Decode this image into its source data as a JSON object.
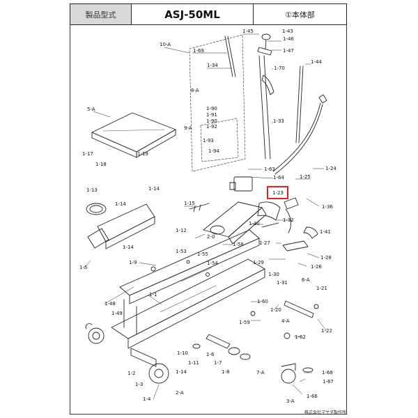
{
  "header": {
    "model_caption": "製品型式",
    "model_name": "ASJ-50ML",
    "section": "①本体部"
  },
  "publisher": "株式会社マサダ製作所",
  "labels": {
    "p1_45": "1-45",
    "p1_43": "1-43",
    "p1_46": "1-46",
    "p1_47": "1-47",
    "p10A": "10-A",
    "p1_69": "1-69",
    "p1_34": "1-34",
    "p1_70": "1-70",
    "p1_44": "1-44",
    "p8A": "8-A",
    "p1_90a": "1-90",
    "p1_91": "1-91",
    "p1_90b": "1-90",
    "p1_92": "1-92",
    "p9A": "9-A",
    "p1_93": "1-93",
    "p1_94": "1-94",
    "p5A": "5-A",
    "p1_33": "1-33",
    "p1_17": "1-17",
    "p1_19": "1-19",
    "p1_18": "1-18",
    "p1_63": "1-63",
    "p1_24": "1-24",
    "p1_64": "1-64",
    "p1_25": "1-25",
    "p1_13": "1-13",
    "p1_14a": "1-14",
    "p1_14b": "1-14",
    "p1_23": "1-23",
    "p1_36": "1-36",
    "p1_15": "1-15",
    "p1_32": "1-32",
    "p1_40": "1-40",
    "p1_41": "1-41",
    "p1_12": "1-12",
    "p2_0": "2-0",
    "p1_14c": "1-14",
    "p1_58": "1-58",
    "p1_27": "1-27",
    "p1_53": "1-53",
    "p1_55": "1-55",
    "p1_28": "1-28",
    "p1_5": "1-5",
    "p1_9": "1-9",
    "p1_54": "1-54",
    "p1_29": "1-29",
    "p1_26": "1-26",
    "p1_30": "1-30",
    "p6A": "6-A",
    "p1_31": "1-31",
    "p1_21": "1-21",
    "p1_48": "1-48",
    "p1_1": "1-1",
    "p1_60": "1-60",
    "p1_20": "1-20",
    "p1_49": "1-49",
    "p1_59": "1-59",
    "p4A": "4-A",
    "p1_22": "1-22",
    "p1_62": "1-62",
    "p1_10": "1-10",
    "p1_6": "1-6",
    "p1_11": "1-11",
    "p1_7": "1-7",
    "p1_8": "1-8",
    "p7A": "7-A",
    "p1_68": "1-68",
    "p1_2": "1-2",
    "p1_14d": "1-14",
    "p1_67": "1-67",
    "p1_3": "1-3",
    "p2A": "2-A",
    "p1_4": "1-4",
    "p3A": "3-A",
    "p1_66": "1-66"
  }
}
